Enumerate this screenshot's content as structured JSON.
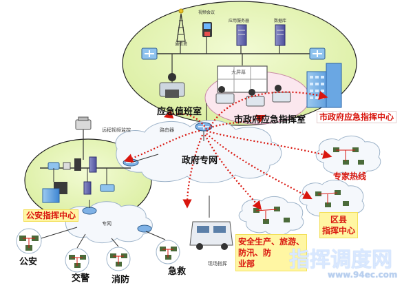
{
  "diagram": {
    "top_devices": {
      "video_conference": "视频会议",
      "app_server": "应用服务器",
      "database": "数据库",
      "comm_tower": "通信塔"
    },
    "big_screen": "大屏幕",
    "duty_room": "应急值班室",
    "command_room": "市政府应急指挥室",
    "command_center": "市政府应急指挥中心",
    "router": "路由器",
    "remote_video": "远程视频监控",
    "gov_network": "政府专网",
    "police_center": "公安指挥中心",
    "private_net": "专网",
    "expert_hotline": "专家热线",
    "county_center_line1": "区县",
    "county_center_line2": "指挥中心",
    "safety_line1": "安全生产、旅游、",
    "safety_line2": "防汛、防",
    "safety_line3": "业部",
    "mobile_command": "现场指挥",
    "leaf_public_security": "公安",
    "leaf_traffic_police": "交警",
    "leaf_fire": "消防",
    "leaf_emergency": "急救",
    "watermark_main": "指挥调度网",
    "watermark_url": "www.94ec.com"
  },
  "colors": {
    "ellipse_fill": "#e5f6b5",
    "cloud_fill": "#f5f8fc",
    "link_red": "#d9160e",
    "accent_blue": "#4a8fd6"
  }
}
